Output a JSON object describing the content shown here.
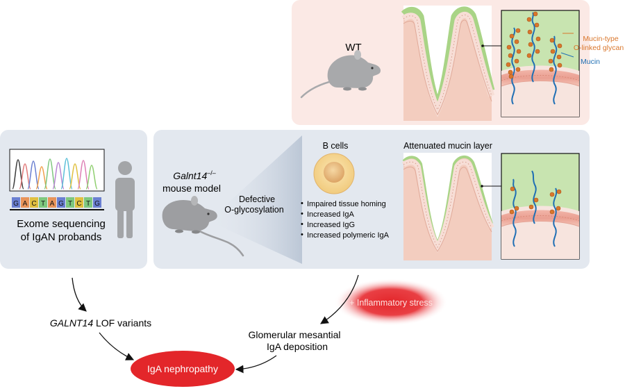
{
  "wt_panel": {
    "label": "WT"
  },
  "legend": {
    "glycan_line1": "Mucin-type",
    "glycan_line2": "O-linked glycan",
    "mucin": "Mucin",
    "colors": {
      "glycan": "#d9762b",
      "mucin": "#1f6fb4"
    }
  },
  "human_panel": {
    "sequence": [
      "G",
      "A",
      "C",
      "T",
      "A",
      "G",
      "T",
      "C",
      "T",
      "G"
    ],
    "caption_line1": "Exome sequencing",
    "caption_line2": "of IgAN probands"
  },
  "mouse_panel": {
    "model_gene": "Galnt14",
    "model_superscript": "–/–",
    "model_suffix": "mouse model",
    "defect_line1": "Defective",
    "defect_line2": "O-glycosylation",
    "bcells_title": "B cells",
    "bcells_findings": [
      "Impaired tissue homing",
      "Increased IgA",
      "Increased IgG",
      "Increased polymeric IgA"
    ],
    "mucin_title": "Attenuated mucin layer"
  },
  "flow": {
    "variants_gene": "GALNT14",
    "variants_suffix": " LOF variants",
    "stress": "+ Inflammatory stress",
    "deposition_line1": "Glomerular mesantial",
    "deposition_line2": "IgA deposition",
    "outcome": "IgA nephropathy"
  },
  "colors": {
    "wt_panel_bg": "#fbe9e5",
    "grey_panel_bg": "#e3e8ef",
    "mucus_green": "#a9d486",
    "lumen_green": "#c8e4b0",
    "tissue_pink": "#f3cdbf",
    "red": "#e3262a"
  }
}
